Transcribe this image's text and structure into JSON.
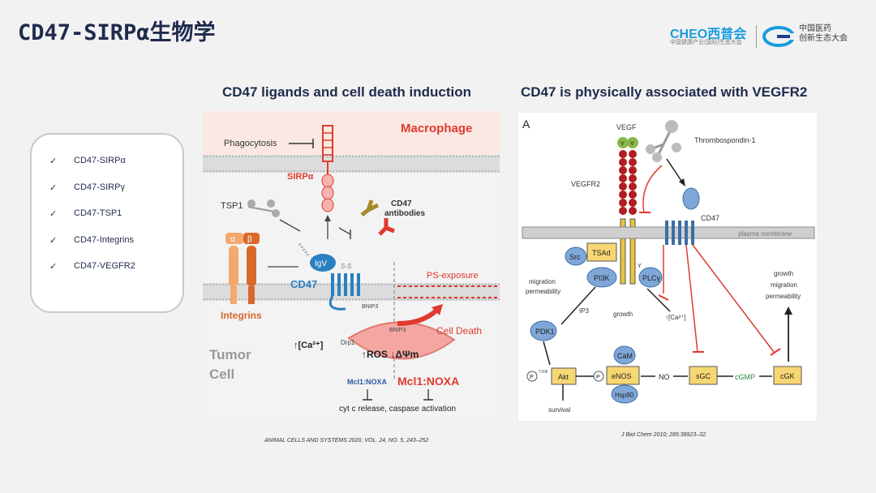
{
  "slide": {
    "title": "CD47-SIRPα生物学"
  },
  "logos": {
    "cheo_word": "CHEO西普会",
    "cheo_sub": "中国健康产业(国际)生态大会",
    "cm_line1": "中国医药",
    "cm_line2": "创新生态大会"
  },
  "sidebar": {
    "check_glyph": "✓",
    "items": [
      {
        "label": "CD47-SIRPα"
      },
      {
        "label": "CD47-SIRPγ"
      },
      {
        "label": "CD47-TSP1"
      },
      {
        "label": "CD47-Integrins"
      },
      {
        "label": "CD47-VEGFR2"
      }
    ]
  },
  "left_panel": {
    "heading": "CD47 ligands and cell death induction",
    "citation": "ANIMAL CELLS AND SYSTEMS 2020, VOL. 24, NO. 5, 243–252",
    "figure": {
      "macrophage": "Macrophage",
      "phagocytosis": "Phagocytosis",
      "sirpa": "SIRPα",
      "tsp1": "TSP1",
      "cd47_antibodies_1": "CD47",
      "cd47_antibodies_2": "antibodies",
      "alpha": "α",
      "beta": "β",
      "igv": "IgV",
      "ss": "S-S",
      "cd47": "CD47",
      "ps_exposure": "PS-exposure",
      "bnip3_a": "BNIP3",
      "bnip3_b": "BNIP3",
      "integrins": "Integrins",
      "tumor": "Tumor",
      "cell": "Cell",
      "ca": "↑[Ca²⁺]",
      "drp1": "Drp1",
      "ros": "↑ROS ↓ΔΨm",
      "cell_death": "Cell Death",
      "mcl1_small": "Mcl1:NOXA",
      "mcl1_big": "Mcl1:NOXA",
      "cyt": "cyt c release, caspase activation"
    }
  },
  "right_panel": {
    "heading": "CD47 is physically associated with VEGFR2",
    "citation": "J Biol Chem 2010; 285:38923–32.",
    "figure": {
      "panel_letter": "A",
      "vegf": "VEGF",
      "v": "V",
      "thrombospondin": "Thrombospondin-1",
      "vegfr2": "VEGFR2",
      "cd47": "CD47",
      "plasma_membrane": "plasma membrane",
      "src": "Src",
      "tsad": "TSAd",
      "y": "Y",
      "pi3k": "PI3K",
      "plc": "PLCγ",
      "migration_1": "migration",
      "migration_2": "permeability",
      "ip3": "IP3",
      "growth": "growth",
      "ca": "↑[Ca²⁺]",
      "growth_r1": "growth",
      "growth_r2": "migration",
      "growth_r3": "permeability",
      "pdk1": "PDK1",
      "cam": "CaM",
      "p1": "P",
      "t308": "T308",
      "akt": "Akt",
      "p2": "P",
      "enos": "eNOS",
      "no": "NO",
      "sgc": "sGC",
      "cgmp": "cGMP",
      "cgk": "cGK",
      "hsp90": "Hsp90",
      "survival": "survival"
    }
  }
}
